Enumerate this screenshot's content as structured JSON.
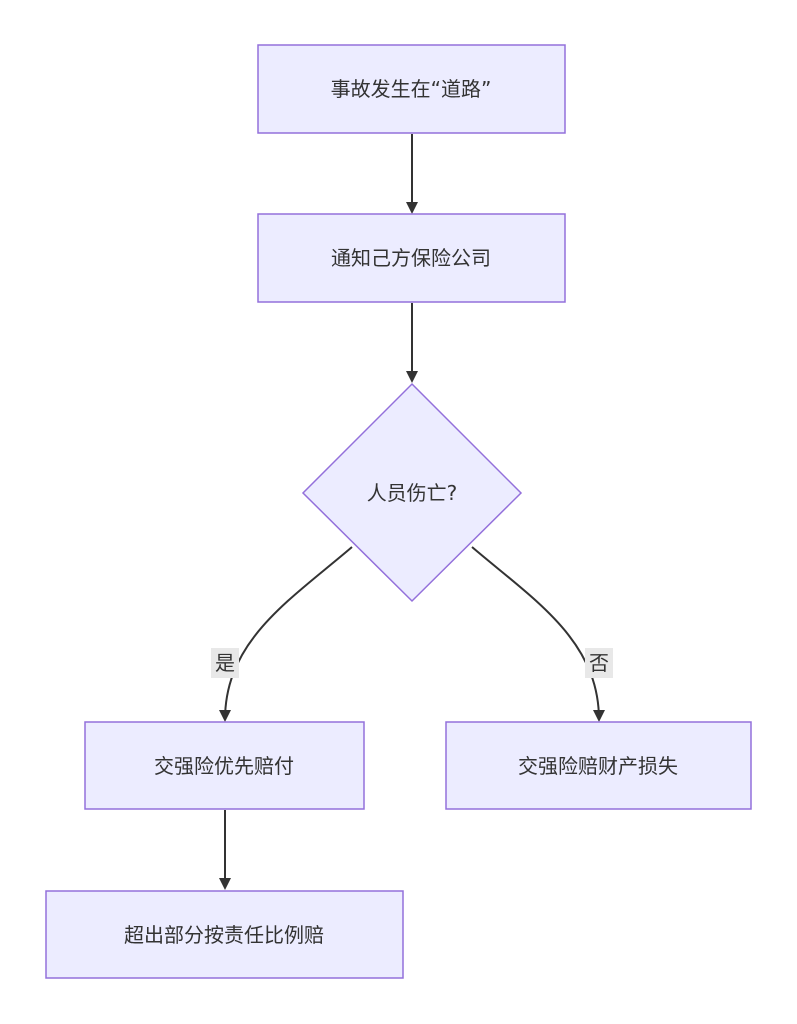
{
  "nodes": {
    "accident": {
      "label": "事故发生在“道路”"
    },
    "notify": {
      "label": "通知己方保险公司"
    },
    "casualty": {
      "label": "人员伤亡?"
    },
    "priority_pay": {
      "label": "交强险优先赔付"
    },
    "property_loss": {
      "label": "交强险赔财产损失"
    },
    "excess": {
      "label": "超出部分按责任比例赔"
    }
  },
  "edges": {
    "yes": {
      "label": "是"
    },
    "no": {
      "label": "否"
    }
  },
  "colors": {
    "node_fill": "#ececff",
    "node_stroke": "#9370db",
    "edge": "#333333",
    "label_bg": "#e8e8e8"
  }
}
